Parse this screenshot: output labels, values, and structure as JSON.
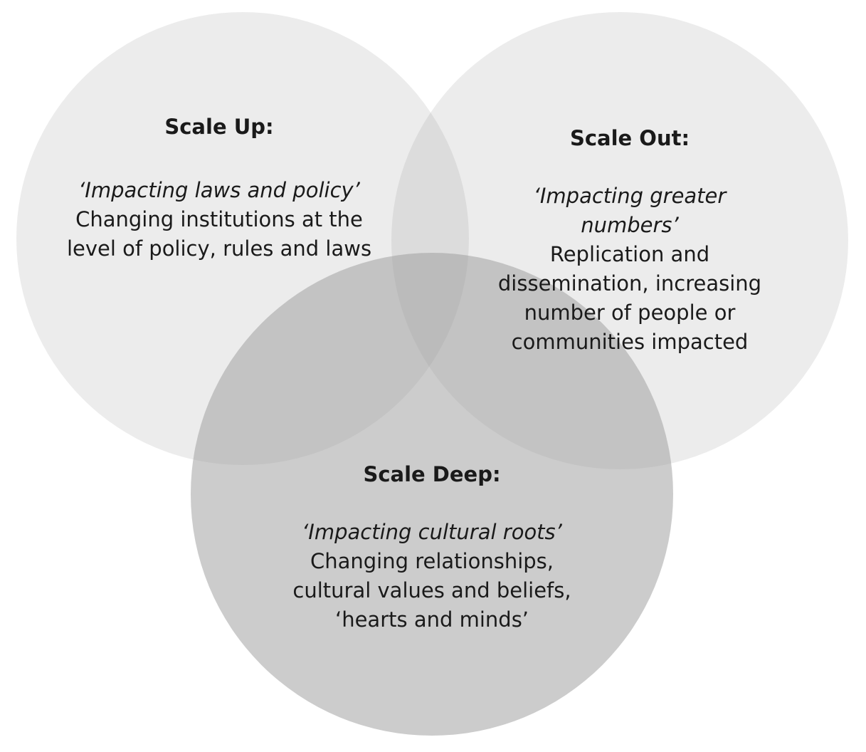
{
  "diagram": {
    "type": "venn",
    "sets": [
      {
        "id": "scale-up",
        "title": "Scale Up:",
        "tagline": "‘Impacting laws and policy’",
        "description": "Changing institutions at the level of policy, rules and laws"
      },
      {
        "id": "scale-out",
        "title": "Scale Out:",
        "tagline": "‘Impacting greater numbers’",
        "description": "Replication and dissemination, increasing number of people or communities impacted"
      },
      {
        "id": "scale-deep",
        "title": "Scale Deep:",
        "tagline": "‘Impacting cultural roots’",
        "description": "Changing relationships, cultural values and beliefs, ‘hearts and minds’"
      }
    ],
    "colors": {
      "circle_fill": "#9e9e9e",
      "text": "#1a1a1a",
      "background": "#ffffff"
    }
  }
}
